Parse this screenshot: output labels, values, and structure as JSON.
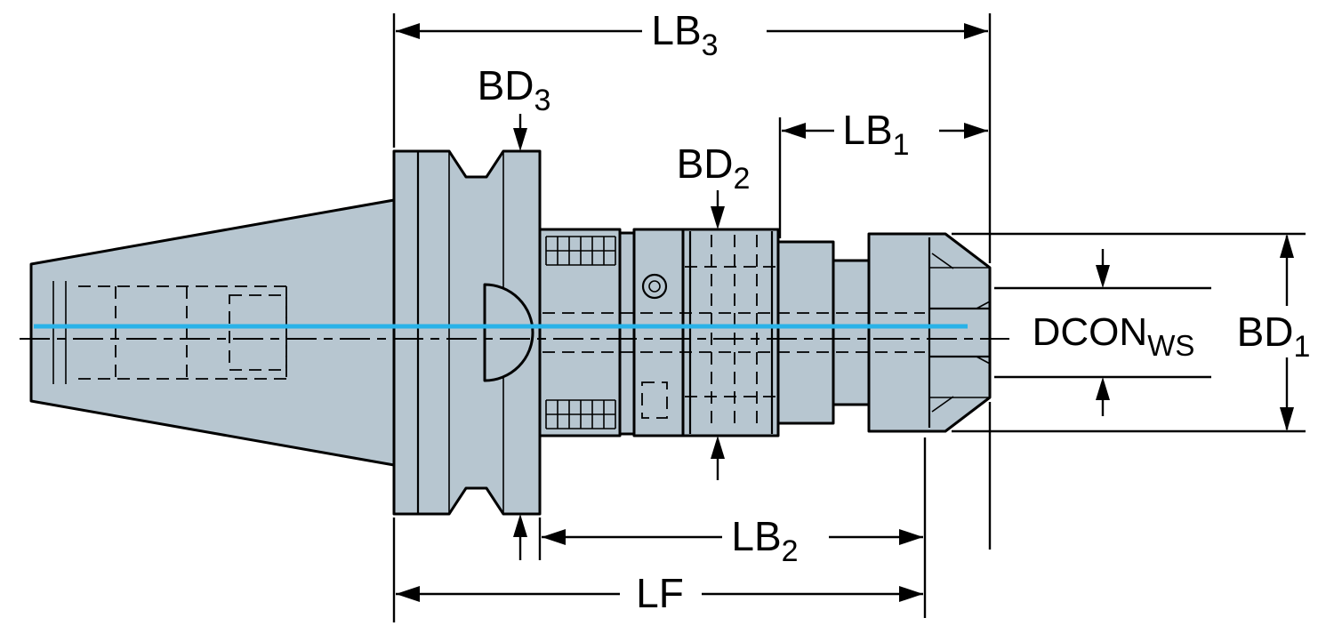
{
  "figure": {
    "kind": "technical-dimension-drawing",
    "subject": "tool holder with collet chuck, side view with dimension callouts"
  },
  "colors": {
    "background": "#ffffff",
    "body_fill": "#b7c6d0",
    "outline": "#000000",
    "centerline_highlight": "#29b2e8"
  },
  "labels": {
    "lb3": {
      "main": "LB",
      "sub": "3"
    },
    "bd3": {
      "main": "BD",
      "sub": "3"
    },
    "bd2": {
      "main": "BD",
      "sub": "2"
    },
    "lb1": {
      "main": "LB",
      "sub": "1"
    },
    "dcon": {
      "main": "DCON",
      "sub": "WS"
    },
    "bd1": {
      "main": "BD",
      "sub": "1"
    },
    "lb2": {
      "main": "LB",
      "sub": "2"
    },
    "lf": {
      "main": "LF",
      "sub": ""
    }
  }
}
